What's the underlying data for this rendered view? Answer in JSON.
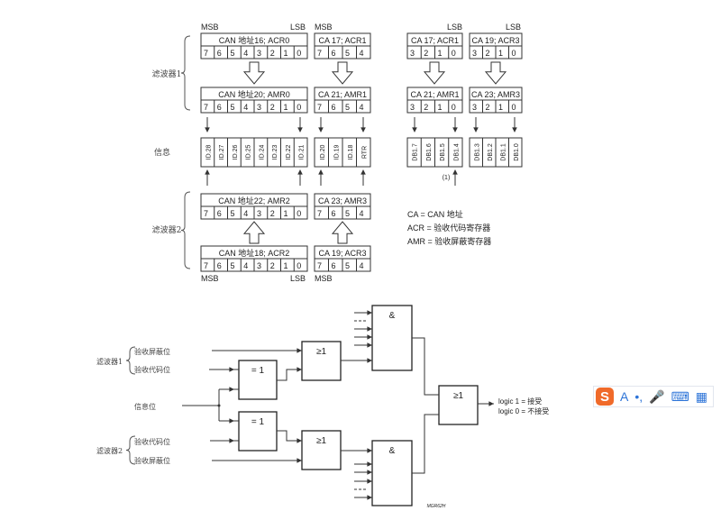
{
  "top": {
    "msb": "MSB",
    "lsb": "LSB",
    "filter1_label": "滤波器1",
    "filter2_label": "滤波器2",
    "info_label": "信息",
    "footnote": "(1)",
    "bits_byte": [
      "7",
      "6",
      "5",
      "4",
      "3",
      "2",
      "1",
      "0"
    ],
    "bits_high": [
      "7",
      "6",
      "5",
      "4"
    ],
    "bits_low": [
      "3",
      "2",
      "1",
      "0"
    ],
    "registers": {
      "acr0": "CAN 地址16; ACR0",
      "acr1_hi": "CA 17; ACR1",
      "acr1_lo": "CA 17; ACR1",
      "acr3_lo": "CA 19; ACR3",
      "amr0": "CAN 地址20; AMR0",
      "amr1_hi": "CA 21; AMR1",
      "amr1_lo": "CA 21; AMR1",
      "amr3_lo": "CA 23; AMR3",
      "amr2": "CAN 地址22; AMR2",
      "amr3_hi": "CA 23; AMR3",
      "acr2": "CAN 地址18; ACR2",
      "acr3_hi": "CA 19; ACR3"
    },
    "info_id_high": [
      "ID.28",
      "ID.27",
      "ID.26",
      "ID.25",
      "ID.24",
      "ID.23",
      "ID.22",
      "ID.21"
    ],
    "info_id_low": [
      "ID.20",
      "ID.19",
      "ID.18",
      "RTR"
    ],
    "info_db_high": [
      "DB1.7",
      "DB1.6",
      "DB1.5",
      "DB1.4"
    ],
    "info_db_low": [
      "DB1.3",
      "DB1.2",
      "DB1.1",
      "DB1.0"
    ],
    "legend": [
      "CA    = CAN 地址",
      "ACR = 验收代码寄存器",
      "AMR = 验收屏蔽寄存器"
    ]
  },
  "logic": {
    "filter1_label": "滤波器1",
    "filter2_label": "滤波器2",
    "mask_bit": "验收屏蔽位",
    "code_bit": "验收代码位",
    "info_bit": "信息位",
    "xor_gate": "= 1",
    "or_gate": "≥1",
    "and_gate": "&",
    "result_accept": "logic 1 = 接受",
    "result_reject": "logic 0 = 不接受",
    "figure_code": "MGR62H"
  },
  "ime_toolbar": {
    "logo": "S",
    "items": [
      "A",
      "•,",
      "🎤",
      "⌨",
      "▦"
    ],
    "accent": "#f06a2a",
    "icon_color": "#2d74d8"
  }
}
